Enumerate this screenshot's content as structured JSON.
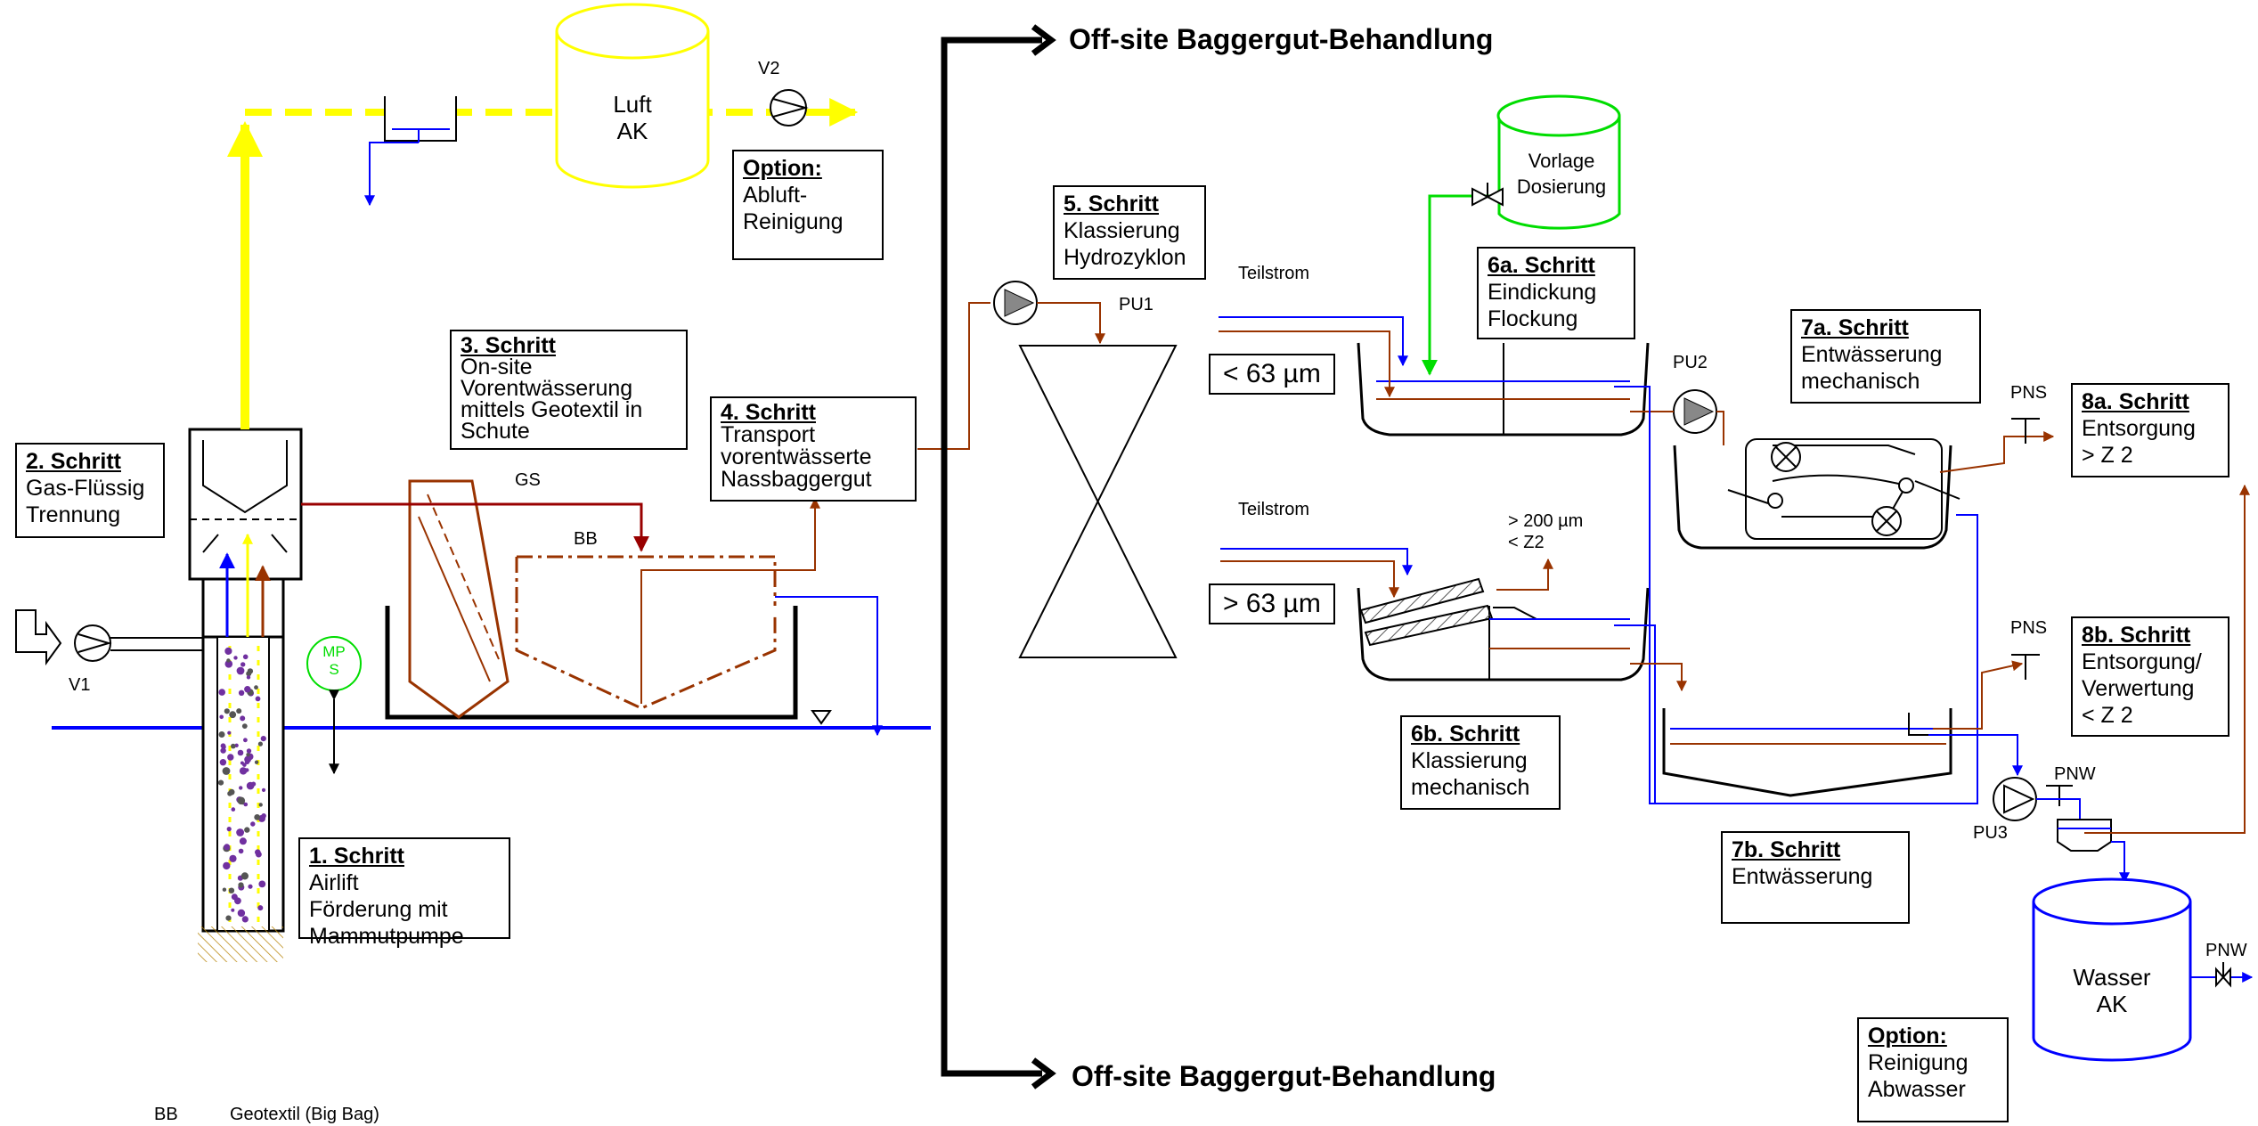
{
  "headings": {
    "offsite_top": "Off-site Baggergut-Behandlung",
    "offsite_bottom": "Off-site Baggergut-Behandlung"
  },
  "steps": {
    "s1": {
      "title": "1. Schritt",
      "lines": [
        "Airlift",
        "Förderung mit",
        "Mammutpumpe"
      ]
    },
    "s2": {
      "title": "2. Schritt",
      "lines": [
        "Gas-Flüssig",
        "Trennung"
      ]
    },
    "s3": {
      "title": "3. Schritt",
      "lines": [
        "On-site",
        "Vorentwässerung",
        "mittels Geotextil in",
        "Schute"
      ]
    },
    "s4": {
      "title": "4. Schritt",
      "lines": [
        "Transport",
        "vorentwässerte",
        "Nassbaggergut"
      ]
    },
    "s5": {
      "title": "5. Schritt",
      "lines": [
        "Klassierung",
        "Hydrozyklon"
      ]
    },
    "s6a": {
      "title": "6a. Schritt",
      "lines": [
        "Eindickung",
        "Flockung"
      ]
    },
    "s6b": {
      "title": "6b. Schritt",
      "lines": [
        "Klassierung",
        "mechanisch"
      ]
    },
    "s7a": {
      "title": "7a. Schritt",
      "lines": [
        "Entwässerung",
        "mechanisch"
      ]
    },
    "s7b": {
      "title": "7b. Schritt",
      "lines": [
        "Entwässerung"
      ]
    },
    "s8a": {
      "title": "8a. Schritt",
      "lines": [
        "Entsorgung",
        "> Z 2"
      ]
    },
    "s8b": {
      "title": "8b. Schritt",
      "lines": [
        "Entsorgung/",
        "Verwertung",
        "< Z 2"
      ]
    },
    "opt_air": {
      "title": "Option:",
      "lines": [
        "Abluft-",
        "Reinigung"
      ]
    },
    "opt_water": {
      "title": "Option:",
      "lines": [
        "Reinigung",
        "Abwasser"
      ]
    }
  },
  "labels": {
    "luft": "Luft",
    "ak_air": "AK",
    "wasser": "Wasser",
    "ak_water": "AK",
    "vorlage": "Vorlage",
    "dosierung": "Dosierung",
    "v1": "V1",
    "v2": "V2",
    "pu1": "PU1",
    "pu2": "PU2",
    "pu3": "PU3",
    "pns_a": "PNS",
    "pns_b": "PNS",
    "pnw_a": "PNW",
    "pnw_b": "PNW",
    "gs": "GS",
    "bb": "BB",
    "mp": "MP",
    "s": "S",
    "teilstrom_a": "Teilstrom",
    "teilstrom_b": "Teilstrom",
    "lt63": "< 63 µm",
    "gt63": "> 63 µm",
    "gt200": "> 200 µm",
    "ltz2": "< Z2",
    "legend_abbr": "BB",
    "legend_text": "Geotextil (Big Bag)"
  },
  "colors": {
    "water": "#0000ff",
    "sediment": "#993300",
    "air": "#ffff00",
    "dosing": "#00dd00",
    "redline": "#990000",
    "black": "#000000"
  }
}
